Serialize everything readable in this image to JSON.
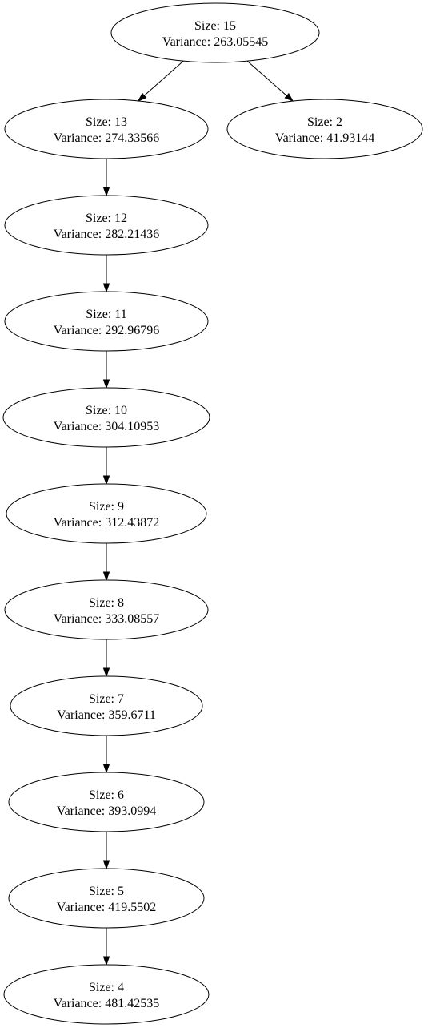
{
  "tree": {
    "size_prefix": "Size: ",
    "variance_prefix": "Variance: ",
    "nodes": [
      {
        "id": "n15",
        "size": "15",
        "variance": "263.05545"
      },
      {
        "id": "n13",
        "size": "13",
        "variance": "274.33566"
      },
      {
        "id": "n2",
        "size": "2",
        "variance": "41.93144"
      },
      {
        "id": "n12",
        "size": "12",
        "variance": "282.21436"
      },
      {
        "id": "n11",
        "size": "11",
        "variance": "292.96796"
      },
      {
        "id": "n10",
        "size": "10",
        "variance": "304.10953"
      },
      {
        "id": "n9",
        "size": "9",
        "variance": "312.43872"
      },
      {
        "id": "n8",
        "size": "8",
        "variance": "333.08557"
      },
      {
        "id": "n7",
        "size": "7",
        "variance": "359.6711"
      },
      {
        "id": "n6",
        "size": "6",
        "variance": "393.0994"
      },
      {
        "id": "n5",
        "size": "5",
        "variance": "419.5502"
      },
      {
        "id": "n4",
        "size": "4",
        "variance": "481.42535"
      }
    ],
    "edges": [
      {
        "from": "n15",
        "to": "n13"
      },
      {
        "from": "n15",
        "to": "n2"
      },
      {
        "from": "n13",
        "to": "n12"
      },
      {
        "from": "n12",
        "to": "n11"
      },
      {
        "from": "n11",
        "to": "n10"
      },
      {
        "from": "n10",
        "to": "n9"
      },
      {
        "from": "n9",
        "to": "n8"
      },
      {
        "from": "n8",
        "to": "n7"
      },
      {
        "from": "n7",
        "to": "n6"
      },
      {
        "from": "n6",
        "to": "n5"
      },
      {
        "from": "n5",
        "to": "n4"
      }
    ]
  }
}
